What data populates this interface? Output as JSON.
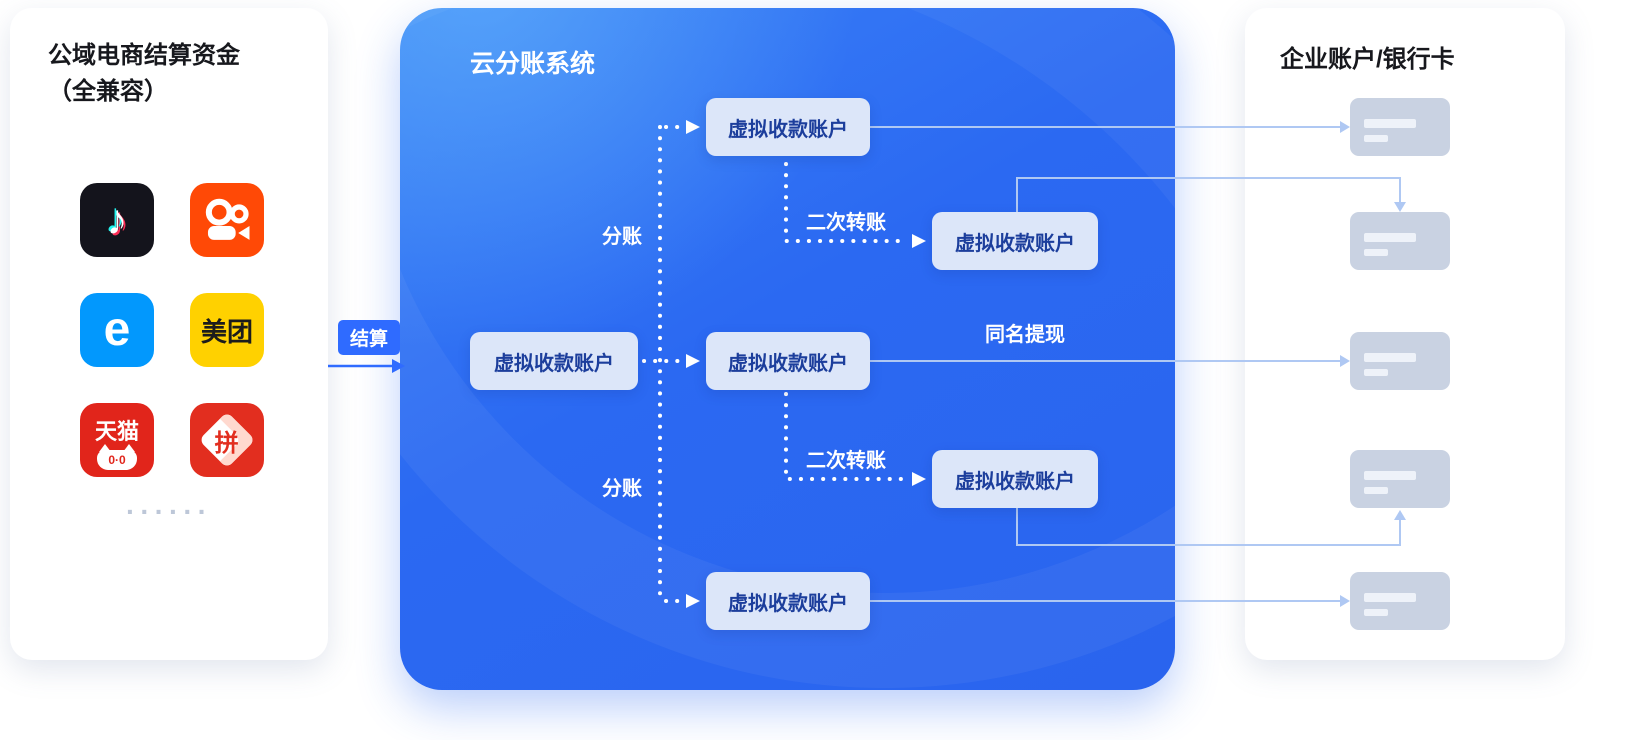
{
  "left_panel": {
    "title_line1": "公域电商结算资金",
    "title_line2": "（全兼容）",
    "apps": [
      {
        "id": "douyin",
        "glyph": "♪"
      },
      {
        "id": "kuaishou",
        "glyph": ""
      },
      {
        "id": "eleme",
        "glyph": "e"
      },
      {
        "id": "meituan",
        "glyph": "美团"
      },
      {
        "id": "tmall",
        "glyph": "天猫",
        "eyes": "0·0"
      },
      {
        "id": "pinduoduo",
        "glyph": "拼"
      }
    ],
    "more": "······"
  },
  "center_panel": {
    "title": "云分账系统",
    "account_label": "虚拟收款账户"
  },
  "flow": {
    "settle_label": "结算",
    "split_label": "分账",
    "second_transfer_label": "二次转账",
    "same_name_withdraw_label": "同名提现"
  },
  "right_panel": {
    "title": "企业账户/银行卡",
    "card_count": 5
  },
  "colors": {
    "panel_blue": "#2B69F2",
    "accent_blue": "#2F6BFF",
    "node_bg": "#DCE6F9",
    "node_text": "#1C3E9C",
    "connector_line": "#AFC8F3",
    "bank_card": "#C9D2E2"
  }
}
